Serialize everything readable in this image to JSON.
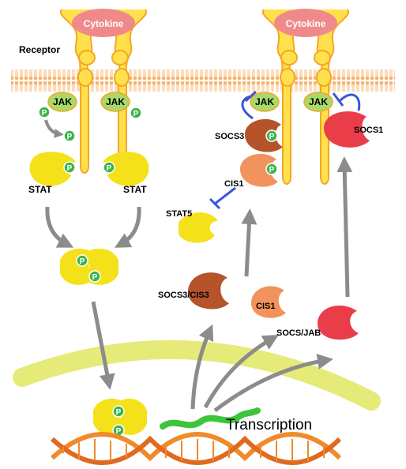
{
  "labels": {
    "cytokine": "Cytokine",
    "receptor": "Receptor",
    "jak": "JAK",
    "phospho": "P",
    "stat": "STAT",
    "socs3": "SOCS3",
    "cis1": "CIS1",
    "stat5": "STAT5",
    "socs1": "SOCS1",
    "socs3_cis3": "SOCS3/CIS3",
    "socs_jab": "SOCS/JAB",
    "transcription": "Transcription"
  },
  "colors": {
    "cytokine": "#f08a8a",
    "receptor_fill": "#ffe14d",
    "receptor_outline": "#f5a623",
    "membrane": "#f7b36b",
    "jak": "#a8d96a",
    "phospho": "#3cb44a",
    "stat": "#f5e11a",
    "socs3": "#b5532a",
    "cis1": "#f2925c",
    "socs1": "#ea3d4a",
    "inhibitor": "#3b55d9",
    "arrow": "#8c8c8c",
    "nucleus": "#e3e86a",
    "mrna": "#3cc43a",
    "dna_a": "#f08a2a",
    "dna_b": "#e06a20"
  }
}
